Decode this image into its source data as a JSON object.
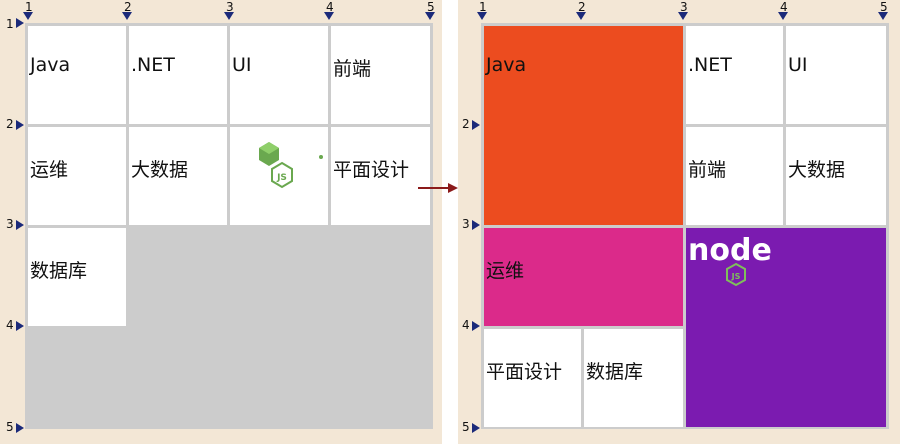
{
  "grid_lines": [
    "1",
    "2",
    "3",
    "4",
    "5"
  ],
  "left": {
    "items": [
      {
        "label": "Java"
      },
      {
        "label": ".NET"
      },
      {
        "label": "UI"
      },
      {
        "label": "前端"
      },
      {
        "label": "运维"
      },
      {
        "label": "大数据"
      },
      {
        "label": ""
      },
      {
        "label": "平面设计"
      },
      {
        "label": "数据库"
      }
    ]
  },
  "right": {
    "items": [
      {
        "label": "Java"
      },
      {
        "label": ".NET"
      },
      {
        "label": "UI"
      },
      {
        "label": "前端"
      },
      {
        "label": "大数据"
      },
      {
        "label": "运维"
      },
      {
        "label": ""
      },
      {
        "label": "平面设计"
      },
      {
        "label": "数据库"
      }
    ]
  },
  "logo_text": "node",
  "logo_badge": "JS",
  "colors": {
    "panel": "#f3e7d6",
    "grid_gap": "#cccccc",
    "marker": "#1b2a7a",
    "arrow": "#8b1a1a",
    "java": "#ec4c1f",
    "ops": "#db2a8a",
    "node": "#7b1bb0",
    "node_green": "#6aa84f"
  }
}
